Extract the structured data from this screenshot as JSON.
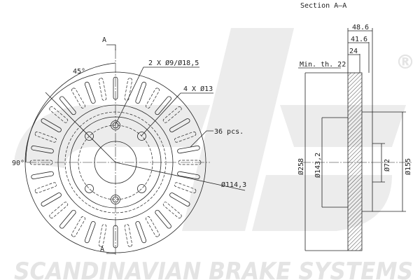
{
  "watermark": {
    "logo": "sbs",
    "registered": "®",
    "brand": "SCANDINAVIAN BRAKE SYSTEMS"
  },
  "front_view": {
    "section_marker_top": "A",
    "section_marker_bottom": "A",
    "angle_45": "45°",
    "angle_90": "90°",
    "small_holes": "2 X Ø9/Ø18,5",
    "bolt_holes": "4 X Ø13",
    "vents": "36 pcs.",
    "pcd": "Ø114,3"
  },
  "section_view": {
    "title": "Section A–A",
    "total_height": "48.6",
    "hat_height": "41.6",
    "thickness": "24",
    "min_thickness": "Min. th. 22",
    "outer_diameter": "Ø258",
    "hat_diameter": "Ø143,2",
    "center_bore": "Ø72",
    "hub_diameter": "Ø155"
  },
  "colors": {
    "line": "#222222",
    "watermark": "#e4e4e4"
  }
}
